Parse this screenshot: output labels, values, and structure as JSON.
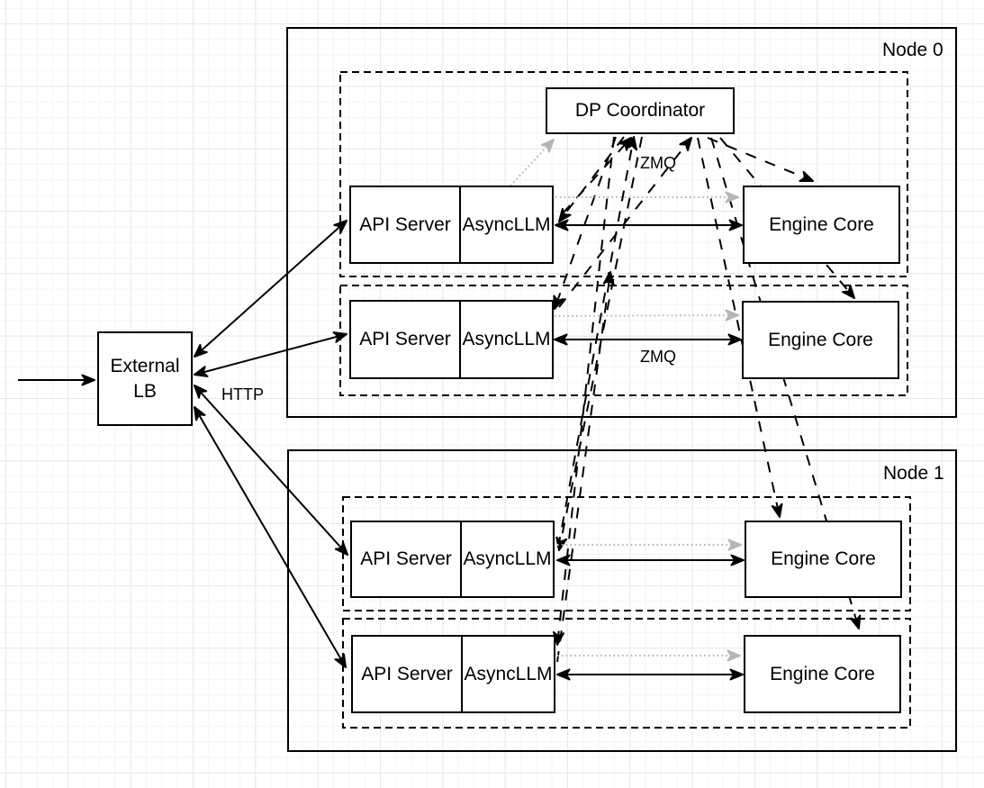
{
  "diagram": {
    "external_lb": {
      "title_line1": "External",
      "title_line2": "LB"
    },
    "dp_coordinator": {
      "label": "DP Coordinator"
    },
    "nodes": [
      {
        "label": "Node 0"
      },
      {
        "label": "Node 1"
      }
    ],
    "edge_labels": {
      "http": "HTTP",
      "zmq_coordinator": "ZMQ",
      "zmq_engine": "ZMQ"
    },
    "workers": [
      {
        "api_server": "API Server",
        "async_llm": "AsyncLLM",
        "engine_core": "Engine Core"
      },
      {
        "api_server": "API Server",
        "async_llm": "AsyncLLM",
        "engine_core": "Engine Core"
      },
      {
        "api_server": "API Server",
        "async_llm": "AsyncLLM",
        "engine_core": "Engine Core"
      },
      {
        "api_server": "API Server",
        "async_llm": "AsyncLLM",
        "engine_core": "Engine Core"
      }
    ]
  }
}
